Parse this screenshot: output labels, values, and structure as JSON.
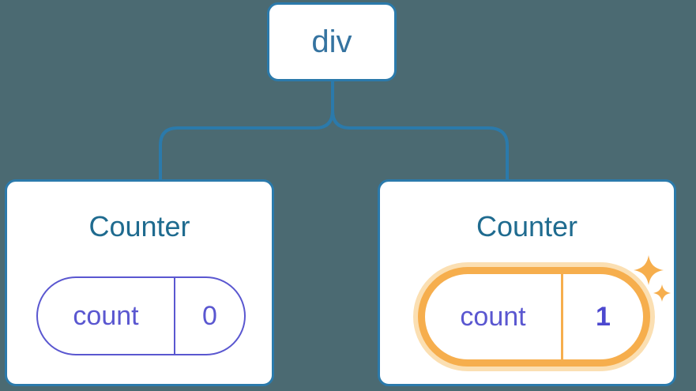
{
  "diagram": {
    "root_node": {
      "label": "div"
    },
    "children": [
      {
        "title": "Counter",
        "state": {
          "key": "count",
          "value": "0"
        },
        "highlighted": false
      },
      {
        "title": "Counter",
        "state": {
          "key": "count",
          "value": "1"
        },
        "highlighted": true,
        "icon": "sparkles-icon"
      }
    ],
    "colors": {
      "background": "#4b6a72",
      "accent-blue": "#2b7aab",
      "node-label-blue": "#3573a0",
      "heading-blue": "#1f6b8f",
      "state-purple": "#5a57d0",
      "state-purple-strong": "#4c48cf",
      "highlight-orange": "#f6ae4d",
      "highlight-halo": "#fbdfb2",
      "card-white": "#ffffff"
    }
  }
}
